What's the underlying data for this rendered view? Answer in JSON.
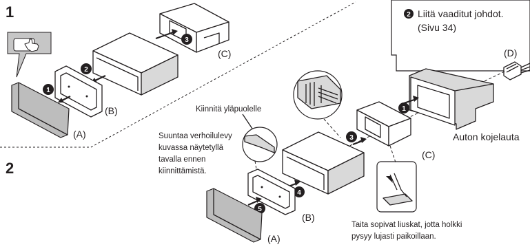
{
  "steps": {
    "step1_number": "1",
    "step2_number": "2"
  },
  "step_badges": [
    "1",
    "2",
    "3",
    "4",
    "5"
  ],
  "parts": {
    "a": "(A)",
    "b": "(B)",
    "c": "(C)",
    "d": "(D)"
  },
  "notes": {
    "connect_line1": "Liitä vaaditut johdot.",
    "connect_line2": "(Sivu 34)",
    "attach_top": "Kiinnitä yläpuolelle",
    "orient_lines": [
      "Suuntaa verhoilulevy",
      "kuvassa näytetyllä",
      "tavalla ennen",
      "kiinnittämistä."
    ],
    "dashboard": "Auton kojelauta",
    "bend_lines": [
      "Taita sopivat liuskat, jotta holkki",
      "pysyy lujasti paikoillaan."
    ]
  },
  "icons": [
    "hand-press-icon",
    "wire-connector-icon"
  ]
}
